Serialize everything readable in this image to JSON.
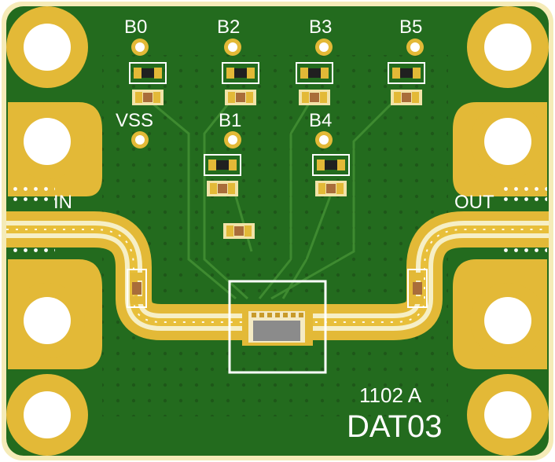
{
  "board": {
    "silkscreen": {
      "pad_labels": [
        "B0",
        "B2",
        "B3",
        "B5",
        "VSS",
        "B1",
        "B4"
      ],
      "port_in": "IN",
      "port_out": "OUT",
      "revision": "1102 A",
      "part_name": "DAT03"
    },
    "colors": {
      "solder_mask": "#236b1e",
      "gold": "#e8bf3a",
      "edge": "#f6e9b0",
      "silkscreen": "#ffffff",
      "via": "#1b4a16"
    }
  }
}
